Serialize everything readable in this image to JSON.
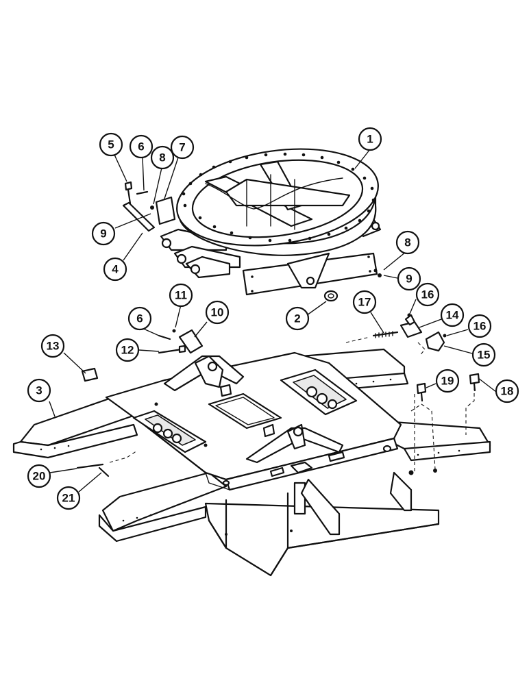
{
  "callouts": [
    {
      "id": "c1",
      "label": "1"
    },
    {
      "id": "c2",
      "label": "2"
    },
    {
      "id": "c3",
      "label": "3"
    },
    {
      "id": "c4",
      "label": "4"
    },
    {
      "id": "c5",
      "label": "5"
    },
    {
      "id": "c6a",
      "label": "6"
    },
    {
      "id": "c6b",
      "label": "6"
    },
    {
      "id": "c7",
      "label": "7"
    },
    {
      "id": "c8a",
      "label": "8"
    },
    {
      "id": "c8b",
      "label": "8"
    },
    {
      "id": "c9a",
      "label": "9"
    },
    {
      "id": "c9b",
      "label": "9"
    },
    {
      "id": "c10",
      "label": "10"
    },
    {
      "id": "c11",
      "label": "11"
    },
    {
      "id": "c12",
      "label": "12"
    },
    {
      "id": "c13",
      "label": "13"
    },
    {
      "id": "c14",
      "label": "14"
    },
    {
      "id": "c15",
      "label": "15"
    },
    {
      "id": "c16a",
      "label": "16"
    },
    {
      "id": "c16b",
      "label": "16"
    },
    {
      "id": "c17",
      "label": "17"
    },
    {
      "id": "c18",
      "label": "18"
    },
    {
      "id": "c19",
      "label": "19"
    },
    {
      "id": "c20",
      "label": "20"
    },
    {
      "id": "c21",
      "label": "21"
    }
  ]
}
